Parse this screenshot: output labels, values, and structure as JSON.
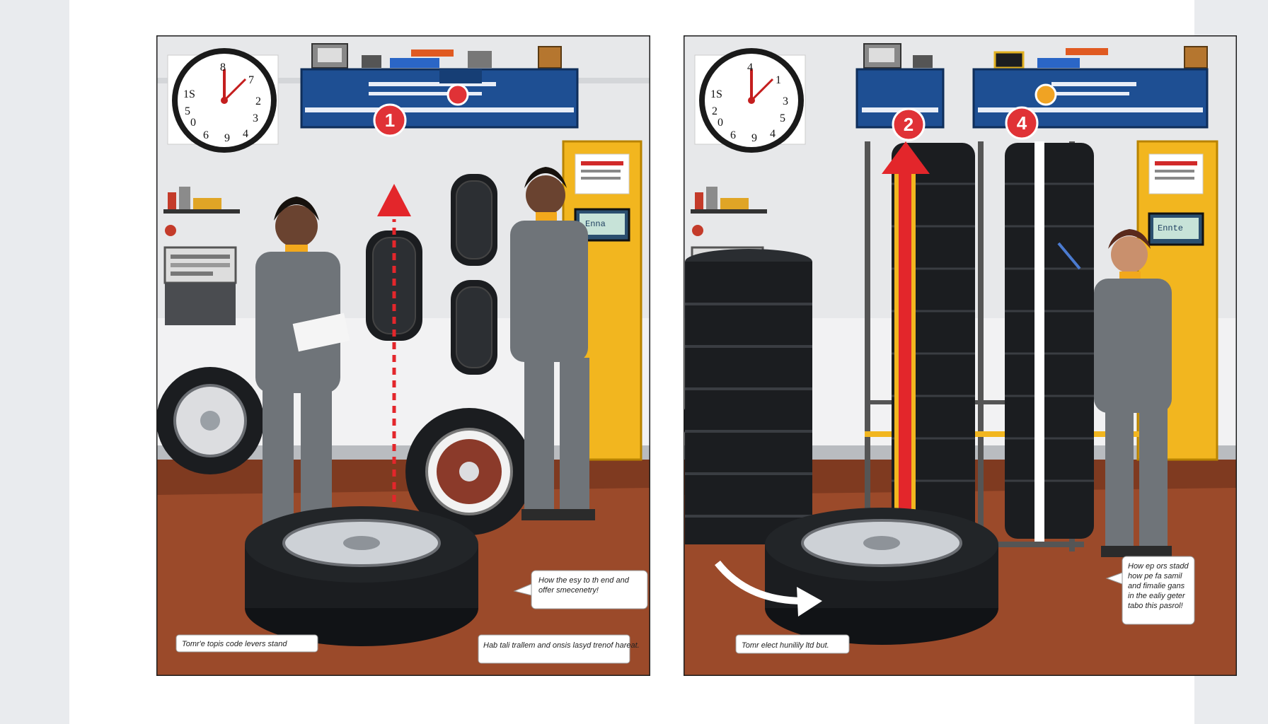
{
  "colors": {
    "wall": "#e7e8ea",
    "floor": "#9b4a2a",
    "cabinet_blue": "#1e4f93",
    "machine_yellow": "#f2b61f",
    "tire": "#1b1d20",
    "uniform": "#6f7479",
    "collar": "#f2a81c",
    "badge_red": "#e03236",
    "badge_orange": "#f0a323",
    "arrow_red": "#e3262b"
  },
  "panels": [
    {
      "steps": [
        "1"
      ],
      "clock_numbers": [
        "1S",
        "8",
        "7",
        "2",
        "3",
        "4",
        "9",
        "6",
        "0",
        "5"
      ],
      "machine_screen": "Enna",
      "callouts": [
        "How the esy to th end and offer smecenetry!",
        "Tomr'e topis code levers stand",
        "Hab tali trallem and onsis lasyd trenof hareat."
      ]
    },
    {
      "steps": [
        "2",
        "4"
      ],
      "clock_numbers": [
        "1S",
        "4",
        "1",
        "3",
        "5",
        "4",
        "9",
        "6",
        "0",
        "2"
      ],
      "machine_screen": "Ennte",
      "callouts": [
        "How ep ors stadd how pe fa samil and fimalie gans in the ealiy geter tabo this pasrol!",
        "Tomr elect hunilily ltd but."
      ]
    }
  ]
}
